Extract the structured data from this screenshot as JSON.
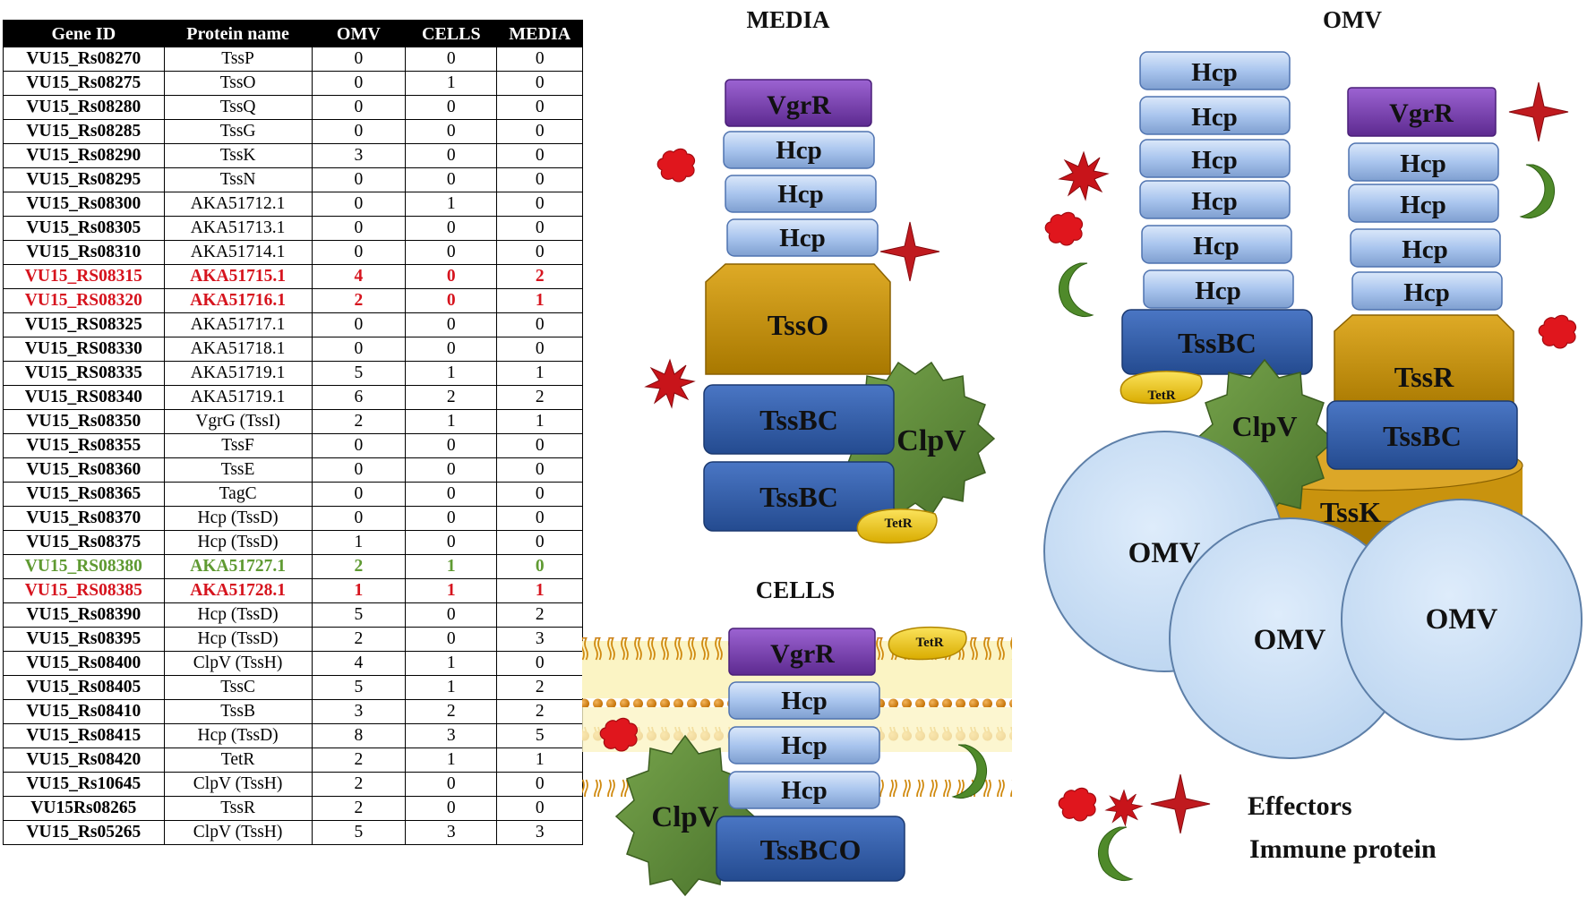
{
  "table": {
    "headers": [
      "Gene ID",
      "Protein name",
      "OMV",
      "CELLS",
      "MEDIA"
    ],
    "rows": [
      {
        "gene_id": "VU15_Rs08270",
        "protein": "TssP",
        "omv": "0",
        "cells": "0",
        "media": "0",
        "highlight": ""
      },
      {
        "gene_id": "VU15_Rs08275",
        "protein": "TssO",
        "omv": "0",
        "cells": "1",
        "media": "0",
        "highlight": ""
      },
      {
        "gene_id": "VU15_Rs08280",
        "protein": "TssQ",
        "omv": "0",
        "cells": "0",
        "media": "0",
        "highlight": ""
      },
      {
        "gene_id": "VU15_Rs08285",
        "protein": "TssG",
        "omv": "0",
        "cells": "0",
        "media": "0",
        "highlight": ""
      },
      {
        "gene_id": "VU15_Rs08290",
        "protein": "TssK",
        "omv": "3",
        "cells": "0",
        "media": "0",
        "highlight": ""
      },
      {
        "gene_id": "VU15_Rs08295",
        "protein": "TssN",
        "omv": "0",
        "cells": "0",
        "media": "0",
        "highlight": ""
      },
      {
        "gene_id": "VU15_Rs08300",
        "protein": "AKA51712.1",
        "omv": "0",
        "cells": "1",
        "media": "0",
        "highlight": ""
      },
      {
        "gene_id": "VU15_Rs08305",
        "protein": "AKA51713.1",
        "omv": "0",
        "cells": "0",
        "media": "0",
        "highlight": ""
      },
      {
        "gene_id": "VU15_Rs08310",
        "protein": "AKA51714.1",
        "omv": "0",
        "cells": "0",
        "media": "0",
        "highlight": ""
      },
      {
        "gene_id": "VU15_RS08315",
        "protein": "AKA51715.1",
        "omv": "4",
        "cells": "0",
        "media": "2",
        "highlight": "red"
      },
      {
        "gene_id": "VU15_RS08320",
        "protein": "AKA51716.1",
        "omv": "2",
        "cells": "0",
        "media": "1",
        "highlight": "red"
      },
      {
        "gene_id": "VU15_RS08325",
        "protein": "AKA51717.1",
        "omv": "0",
        "cells": "0",
        "media": "0",
        "highlight": ""
      },
      {
        "gene_id": "VU15_RS08330",
        "protein": "AKA51718.1",
        "omv": "0",
        "cells": "0",
        "media": "0",
        "highlight": ""
      },
      {
        "gene_id": "VU15_RS08335",
        "protein": "AKA51719.1",
        "omv": "5",
        "cells": "1",
        "media": "1",
        "highlight": ""
      },
      {
        "gene_id": "VU15_RS08340",
        "protein": "AKA51719.1",
        "omv": "6",
        "cells": "2",
        "media": "2",
        "highlight": ""
      },
      {
        "gene_id": "VU15_Rs08350",
        "protein": "VgrG (TssI)",
        "omv": "2",
        "cells": "1",
        "media": "1",
        "highlight": ""
      },
      {
        "gene_id": "VU15_Rs08355",
        "protein": "TssF",
        "omv": "0",
        "cells": "0",
        "media": "0",
        "highlight": ""
      },
      {
        "gene_id": "VU15_Rs08360",
        "protein": "TssE",
        "omv": "0",
        "cells": "0",
        "media": "0",
        "highlight": ""
      },
      {
        "gene_id": "VU15_Rs08365",
        "protein": "TagC",
        "omv": "0",
        "cells": "0",
        "media": "0",
        "highlight": ""
      },
      {
        "gene_id": "VU15_Rs08370",
        "protein": "Hcp (TssD)",
        "omv": "0",
        "cells": "0",
        "media": "0",
        "highlight": ""
      },
      {
        "gene_id": "VU15_Rs08375",
        "protein": "Hcp (TssD)",
        "omv": "1",
        "cells": "0",
        "media": "0",
        "highlight": ""
      },
      {
        "gene_id": "VU15_RS08380",
        "protein": "AKA51727.1",
        "omv": "2",
        "cells": "1",
        "media": "0",
        "highlight": "green"
      },
      {
        "gene_id": "VU15_RS08385",
        "protein": "AKA51728.1",
        "omv": "1",
        "cells": "1",
        "media": "1",
        "highlight": "red"
      },
      {
        "gene_id": "VU15_Rs08390",
        "protein": "Hcp (TssD)",
        "omv": "5",
        "cells": "0",
        "media": "2",
        "highlight": ""
      },
      {
        "gene_id": "VU15_Rs08395",
        "protein": "Hcp (TssD)",
        "omv": "2",
        "cells": "0",
        "media": "3",
        "highlight": ""
      },
      {
        "gene_id": "VU15_Rs08400",
        "protein": "ClpV (TssH)",
        "omv": "4",
        "cells": "1",
        "media": "0",
        "highlight": ""
      },
      {
        "gene_id": "VU15_Rs08405",
        "protein": "TssC",
        "omv": "5",
        "cells": "1",
        "media": "2",
        "highlight": ""
      },
      {
        "gene_id": "VU15_Rs08410",
        "protein": "TssB",
        "omv": "3",
        "cells": "2",
        "media": "2",
        "highlight": ""
      },
      {
        "gene_id": "VU15_Rs08415",
        "protein": "Hcp (TssD)",
        "omv": "8",
        "cells": "3",
        "media": "5",
        "highlight": ""
      },
      {
        "gene_id": "VU15_Rs08420",
        "protein": "TetR",
        "omv": "2",
        "cells": "1",
        "media": "1",
        "highlight": ""
      },
      {
        "gene_id": "VU15_Rs10645",
        "protein": "ClpV (TssH)",
        "omv": "2",
        "cells": "0",
        "media": "0",
        "highlight": ""
      },
      {
        "gene_id": "VU15Rs08265",
        "protein": "TssR",
        "omv": "2",
        "cells": "0",
        "media": "0",
        "highlight": ""
      },
      {
        "gene_id": "VU15_Rs05265",
        "protein": "ClpV (TssH)",
        "omv": "5",
        "cells": "3",
        "media": "3",
        "highlight": ""
      }
    ]
  },
  "panels": {
    "media": {
      "title": "MEDIA",
      "vgrr": "VgrR",
      "hcp": "Hcp",
      "tsso": "TssO",
      "tssbc": "TssBC",
      "clpv": "ClpV",
      "tetr": "TetR"
    },
    "cells": {
      "title": "CELLS",
      "vgrr": "VgrR",
      "hcp": "Hcp",
      "clpv": "ClpV",
      "tssbco": "TssBCO",
      "tetr": "TetR"
    },
    "omv": {
      "title": "OMV",
      "hcp": "Hcp",
      "vgrr": "VgrR",
      "tssbc": "TssBC",
      "tssr": "TssR",
      "clpv": "ClpV",
      "tetr": "TetR",
      "tssk": "TssK",
      "omv_label": "OMV"
    }
  },
  "legend": {
    "effectors": "Effectors",
    "immune": "Immune protein"
  },
  "colors": {
    "hcp": "#a9c5ee",
    "vgrr": "#7d3fb5",
    "tss_gold": "#c9930e",
    "tssbc": "#3660ac",
    "clpv": "#5f8a3a",
    "tetr": "#f3cb13",
    "omv": "#cfe2f6",
    "effector_red": "#cc1a1a",
    "highlight_red": "#d6141e",
    "highlight_green": "#5f9a32"
  }
}
